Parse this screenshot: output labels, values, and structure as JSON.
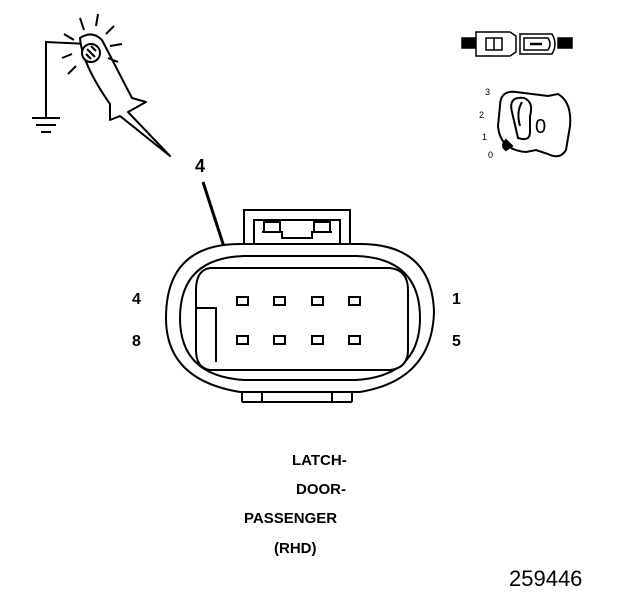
{
  "callout": "4",
  "pin_labels": {
    "top_left": "4",
    "bottom_left": "8",
    "top_right": "1",
    "bottom_right": "5"
  },
  "key_positions": [
    "3",
    "2",
    "1",
    "0"
  ],
  "key_glyph": "0",
  "caption_lines": [
    "LATCH-",
    "DOOR-",
    "PASSENGER",
    "(RHD)"
  ],
  "figure_number": "259446",
  "icons": {
    "probe": "test-light-probe-icon",
    "ground": "ground-symbol-icon",
    "connector": "connector-pair-icon",
    "ignition": "ignition-key-icon"
  }
}
